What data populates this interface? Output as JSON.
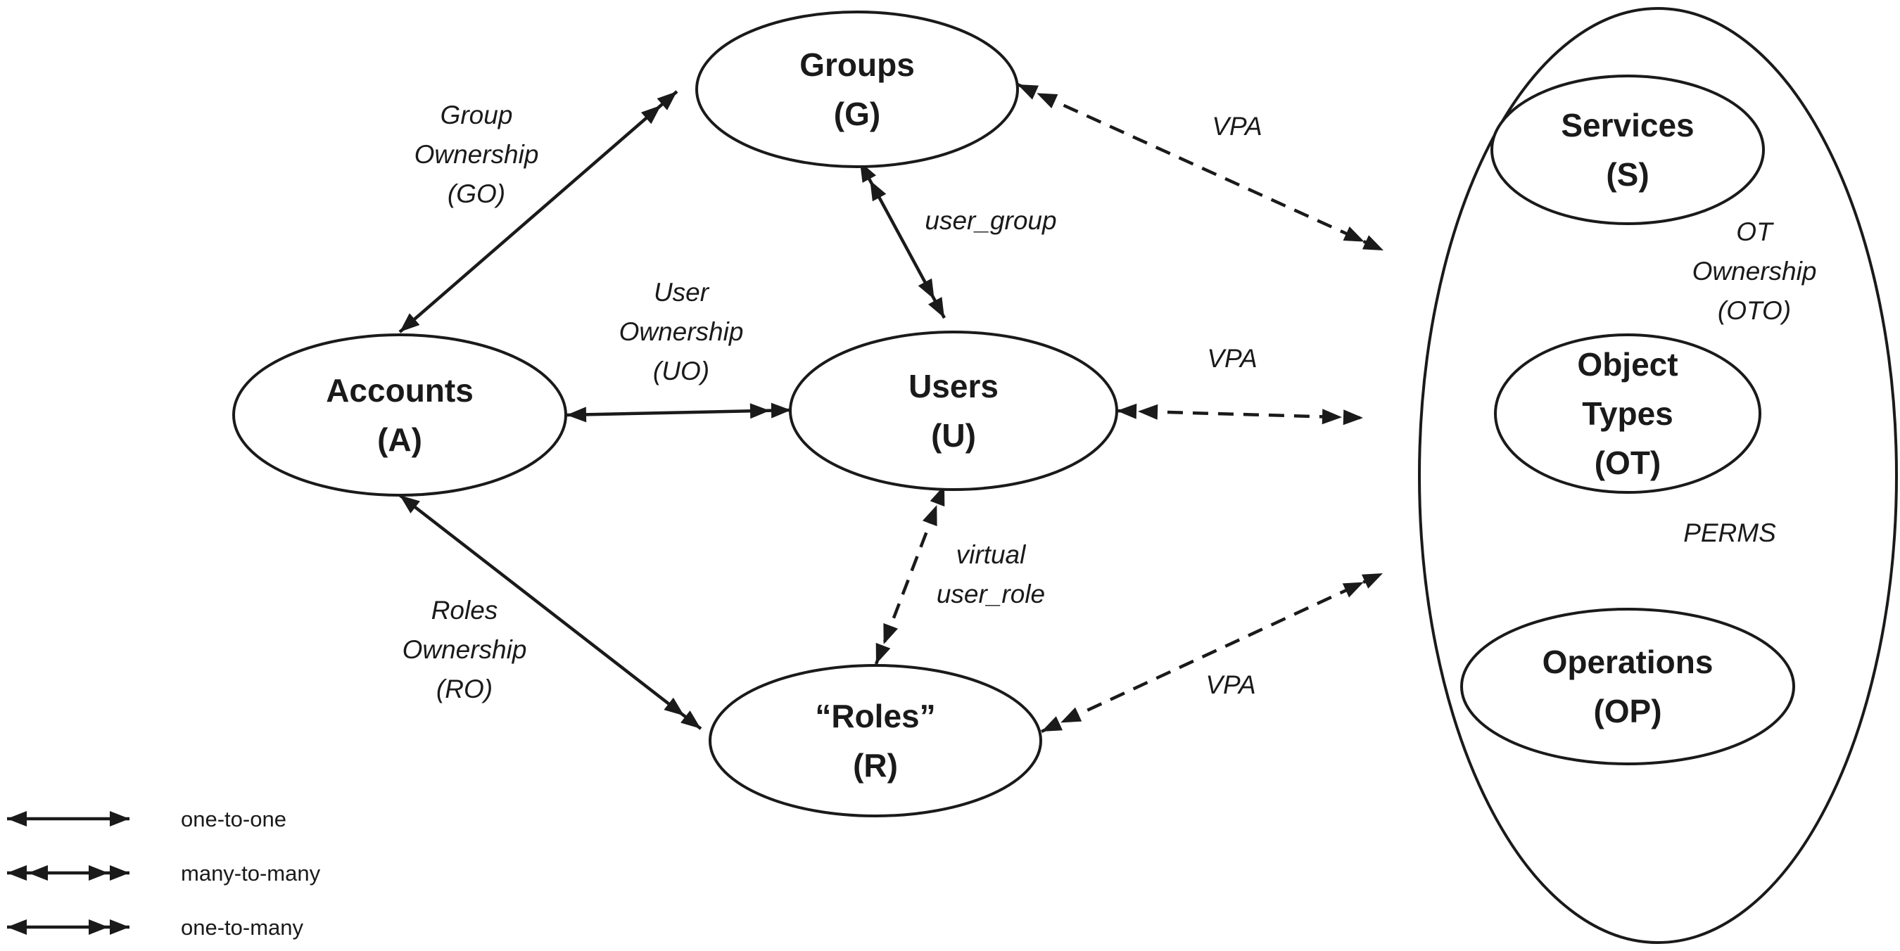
{
  "nodes": {
    "groups": {
      "lines": [
        "Groups",
        "(G)"
      ]
    },
    "accounts": {
      "lines": [
        "Accounts",
        "(A)"
      ]
    },
    "users": {
      "lines": [
        "Users",
        "(U)"
      ]
    },
    "roles": {
      "lines": [
        "“Roles”",
        "(R)"
      ]
    },
    "services": {
      "lines": [
        "Services",
        "(S)"
      ]
    },
    "object_types": {
      "lines": [
        "Object",
        "Types",
        "(OT)"
      ]
    },
    "operations": {
      "lines": [
        "Operations",
        "(OP)"
      ]
    }
  },
  "edges": {
    "group_ownership": {
      "lines": [
        "Group",
        "Ownership",
        "(GO)"
      ],
      "from": "accounts",
      "to": "groups",
      "relation": "one-to-many",
      "style": "solid"
    },
    "user_ownership": {
      "lines": [
        "User",
        "Ownership",
        "(UO)"
      ],
      "from": "accounts",
      "to": "users",
      "relation": "one-to-many",
      "style": "solid"
    },
    "roles_ownership": {
      "lines": [
        "Roles",
        "Ownership",
        "(RO)"
      ],
      "from": "accounts",
      "to": "roles",
      "relation": "one-to-many",
      "style": "solid"
    },
    "user_group": {
      "lines": [
        "user_group"
      ],
      "from": "groups",
      "to": "users",
      "relation": "many-to-many",
      "style": "solid"
    },
    "virtual_user_role": {
      "lines": [
        "virtual",
        "user_role"
      ],
      "from": "users",
      "to": "roles",
      "relation": "many-to-many",
      "style": "dashed"
    },
    "vpa_groups": {
      "lines": [
        "VPA"
      ],
      "from": "groups",
      "to": "container",
      "relation": "many-to-many",
      "style": "dashed"
    },
    "vpa_users": {
      "lines": [
        "VPA"
      ],
      "from": "users",
      "to": "container",
      "relation": "many-to-many",
      "style": "dashed"
    },
    "vpa_roles": {
      "lines": [
        "VPA"
      ],
      "from": "roles",
      "to": "container",
      "relation": "many-to-many",
      "style": "dashed"
    },
    "ot_ownership": {
      "lines": [
        "OT",
        "Ownership",
        "(OTO)"
      ],
      "from": "services",
      "to": "object_types",
      "relation": "one-to-many",
      "style": "solid"
    },
    "perms": {
      "lines": [
        "PERMS"
      ],
      "from": "object_types",
      "to": "operations",
      "relation": "many-to-many",
      "style": "solid"
    }
  },
  "legend": [
    {
      "label": "one-to-one",
      "relation": "one-to-one"
    },
    {
      "label": "many-to-many",
      "relation": "many-to-many"
    },
    {
      "label": "one-to-many",
      "relation": "one-to-many"
    }
  ]
}
